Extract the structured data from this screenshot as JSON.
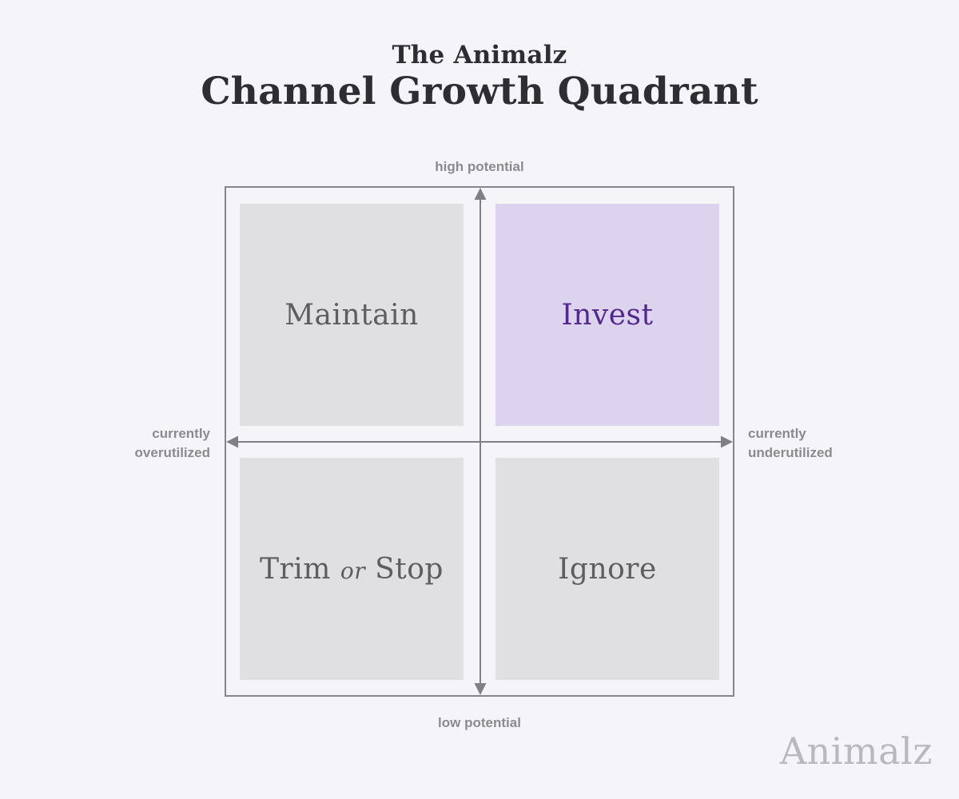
{
  "title": {
    "line1": "The Animalz",
    "line2": "Channel Growth Quadrant"
  },
  "axis_labels": {
    "top": "high potential",
    "bottom": "low potential",
    "left": [
      "currently",
      "overutilized"
    ],
    "right": [
      "currently",
      "underutilized"
    ]
  },
  "quadrants": {
    "maintain": {
      "label": "Maintain",
      "position": "top-left"
    },
    "invest": {
      "label": "Invest",
      "position": "top-right",
      "highlighted": true
    },
    "trim_or_stop": {
      "pre": "Trim",
      "mid": "or",
      "post": "Stop",
      "position": "bottom-left"
    },
    "ignore": {
      "label": "Ignore",
      "position": "bottom-right"
    }
  },
  "watermark": {
    "text": "Animalz"
  },
  "colors": {
    "bg": "#f5f5f9",
    "title_text": "#2d2d33",
    "frame_border": "#85858a",
    "axis_line": "#7f7f84",
    "axis_text": "#8a8a8f",
    "box_gray": "#e0e0e2",
    "box_text": "#5d5d62",
    "invest_bg": "#dcd3ef",
    "invest_text": "#54278f",
    "watermark_text": "#b9b9bd"
  }
}
